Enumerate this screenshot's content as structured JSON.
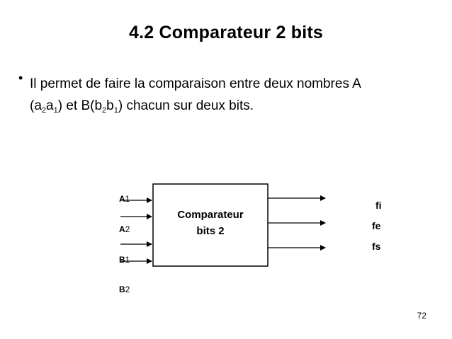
{
  "slide": {
    "title": "4.2 Comparateur 2 bits",
    "bullet": "•",
    "text": {
      "line1": "Il permet de faire la comparaison entre deux nombres A",
      "p1": "(a",
      "s1": "2",
      "p2": "a",
      "s2": "1",
      "p3": ") et B(b",
      "s3": "2",
      "p4": "b",
      "s4": "1",
      "p5": ") chacun sur deux bits."
    },
    "page_number": "72"
  },
  "diagram": {
    "box_line1": "Comparateur",
    "box_line2": "bits 2",
    "inputs": [
      {
        "letter": "A",
        "digit": "1"
      },
      {
        "letter": "A",
        "digit": "2"
      },
      {
        "letter": "B",
        "digit": "1"
      },
      {
        "letter": "B",
        "digit": "2"
      }
    ],
    "outputs": [
      "fi",
      "fe",
      "fs"
    ]
  }
}
